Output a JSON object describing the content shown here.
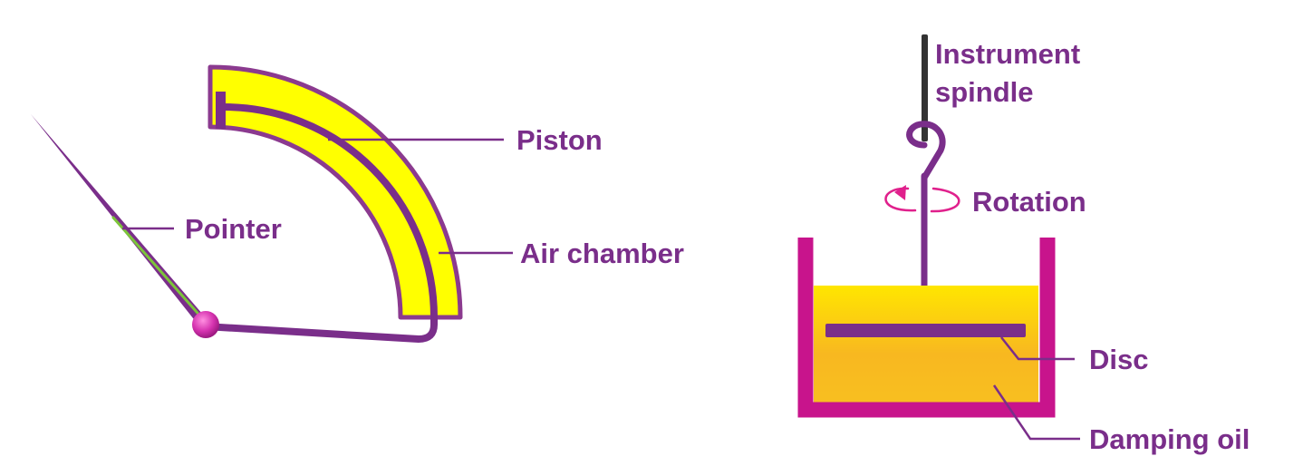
{
  "diagrams": [
    {
      "labels": {
        "piston": "Piston",
        "pointer": "Pointer",
        "air_chamber": "Air chamber"
      }
    },
    {
      "labels": {
        "spindle_line1": "Instrument",
        "spindle_line2": "spindle",
        "rotation": "Rotation",
        "disc": "Disc",
        "damping_oil": "Damping oil"
      }
    }
  ],
  "colors": {
    "text": "#7a2e8a",
    "label_line": "#7a2e8a",
    "air_chamber_fill": "#ffff00",
    "chamber_outline": "#8b3a8f",
    "piston": "#7a2e8a",
    "pointer": "#7a2e8a",
    "pointer_highlight": "#7cc43a",
    "pivot": "#d633b0",
    "spindle": "#333333",
    "tank": "#c8148c",
    "oil_top": "#ffe600",
    "oil_bottom": "#f5a623",
    "rotation_arrow": "#e0208c"
  }
}
